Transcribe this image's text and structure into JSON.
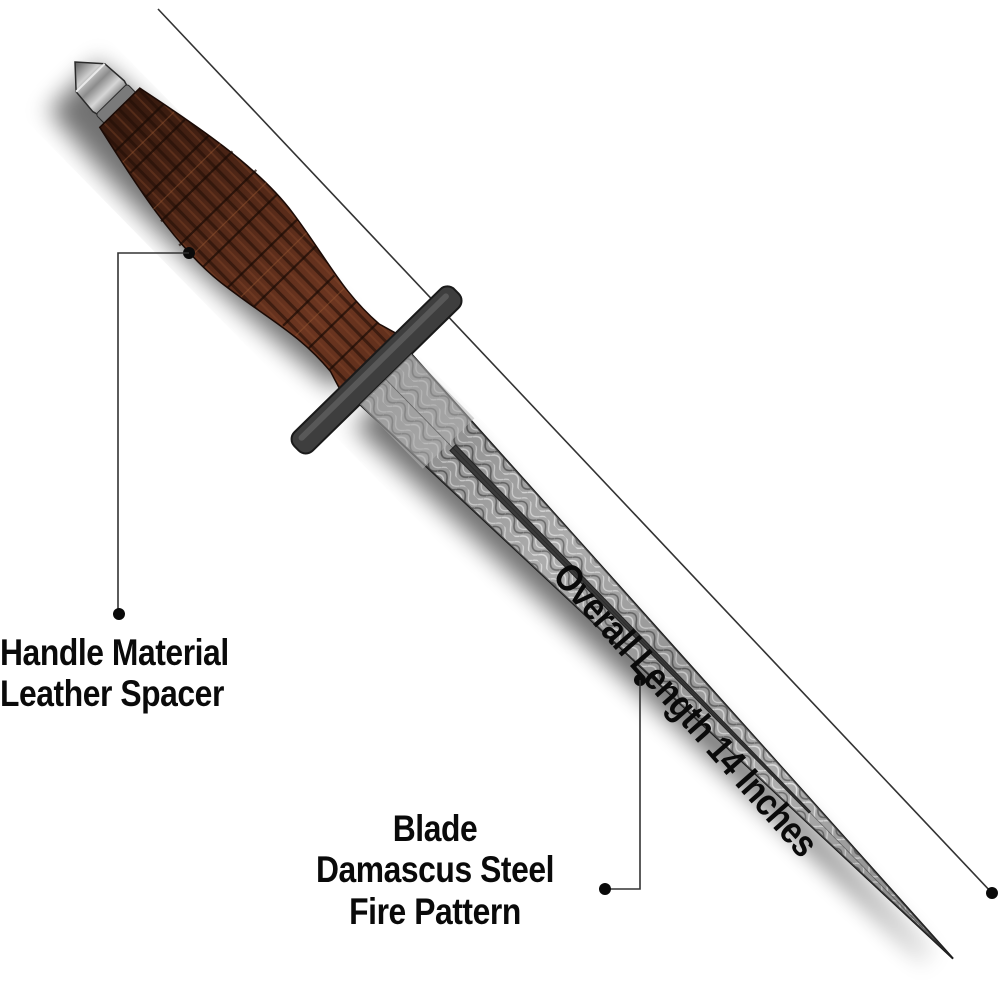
{
  "image": {
    "subject": "Damascus steel dagger with stacked leather handle",
    "background_color": "#ffffff"
  },
  "callouts": {
    "handle": {
      "line1": "Handle Material",
      "line2": "Leather Spacer"
    },
    "blade": {
      "line1": "Blade",
      "line2": "Damascus Steel",
      "line3": "Fire Pattern"
    },
    "length": {
      "text": "Overall Length 14 Inches"
    }
  },
  "colors": {
    "text": "#0a0a0a",
    "leader_line": "#333333",
    "leather_dark": "#3a1c10",
    "leather_mid": "#6b3520",
    "steel_light": "#d8d8d8",
    "steel_dark": "#3a3a3a"
  }
}
